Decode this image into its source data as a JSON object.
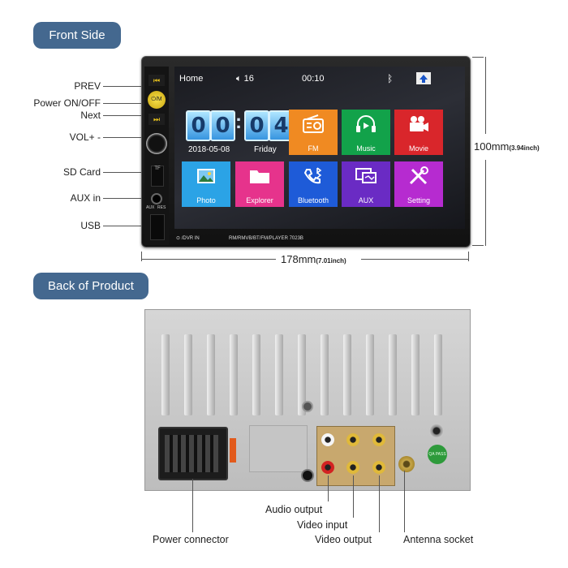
{
  "front_section": {
    "title": "Front Side",
    "labels": {
      "prev": "PREV",
      "power": "Power ON/OFF",
      "next": "Next",
      "vol": "VOL+ -",
      "sd": "SD Card",
      "aux": "AUX in",
      "usb": "USB"
    },
    "height_dim": {
      "value": "100mm",
      "inch": "(3.94inch)"
    },
    "width_dim": {
      "value": "178mm",
      "inch": "(7.01inch)"
    },
    "panel_text": {
      "tf": "TF",
      "aux": "AUX",
      "res": "RES",
      "dvr": "/DVR IN",
      "model": "RM/RMVB/BT/FM/PLAYER 7023B",
      "power_symbol": "⏻/M"
    },
    "screen": {
      "home": "Home",
      "volume": "16",
      "clock": "00:10",
      "big_clock": {
        "h1": "0",
        "h2": "0",
        "sep": ":",
        "m1": "0",
        "m2": "4"
      },
      "date": "2018-05-08",
      "day": "Friday",
      "tiles": {
        "fm": "FM",
        "music": "Music",
        "movie": "Movie",
        "photo": "Photo",
        "explorer": "Explorer",
        "bluetooth": "Bluetooth",
        "aux": "AUX",
        "setting": "Setting"
      }
    }
  },
  "back_section": {
    "title": "Back of Product",
    "labels": {
      "audio": "Audio output",
      "video_in": "Video input",
      "video_out": "Video output",
      "power": "Power connector",
      "antenna": "Antenna socket"
    },
    "badge": "QA PASS"
  }
}
